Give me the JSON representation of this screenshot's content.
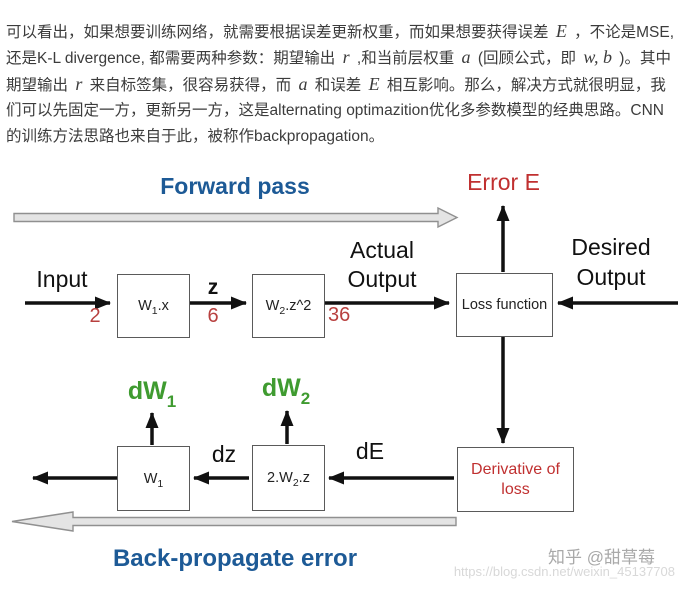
{
  "paragraph": {
    "segments": [
      {
        "text": "可以看出，如果想要训练网络，就需要根据误差更新权重，而如果想要获得误差 "
      },
      {
        "math": "E"
      },
      {
        "text": " ，不论是MSE, 还是K-L divergence, 都需要两种参数：期望输出 "
      },
      {
        "math": "r"
      },
      {
        "text": " ,和当前层权重 "
      },
      {
        "math": "a"
      },
      {
        "text": " (回顾公式，即 "
      },
      {
        "math": "w, b"
      },
      {
        "text": " )。其中期望输出 "
      },
      {
        "math": "r"
      },
      {
        "text": " 来自标签集，很容易获得，而 "
      },
      {
        "math": "a"
      },
      {
        "text": " 和误差 "
      },
      {
        "math": "E"
      },
      {
        "text": " 相互影响。那么，解决方式就很明显，我们可以先固定一方，更新另一方，这是alternating optimazition优化多参数模型的经典思路。CNN的训练方法思路也来自于此，被称作backpropagation。"
      }
    ]
  },
  "diagram": {
    "forward_label": "Forward pass",
    "back_label": "Back-propagate error",
    "error_label": "Error E",
    "input_label": "Input",
    "actual_label": "Actual Output",
    "desired_label": "Desired Output",
    "z_label": "z",
    "dz_label": "dz",
    "de_label": "dE",
    "values": {
      "input": "2",
      "z": "6",
      "output": "36"
    },
    "dw1": {
      "pre": "dW",
      "sub": "1"
    },
    "dw2": {
      "pre": "dW",
      "sub": "2"
    },
    "boxes": {
      "w1x": {
        "pre": "W",
        "sub": "1",
        "post": ".x"
      },
      "w2z2": {
        "pre": "W",
        "sub": "2",
        "post": ".z^2"
      },
      "loss": "Loss function",
      "w1": {
        "pre": "W",
        "sub": "1",
        "post": ""
      },
      "w2z": {
        "pre": "2.W",
        "sub": "2",
        "post": ".z"
      },
      "derivative": "Derivative of loss"
    },
    "colors": {
      "accent_blue": "#1d5a96",
      "accent_red": "#c03030",
      "accent_green": "#3f9b30",
      "arrow_black": "#111111",
      "arrow_gray_fill": "#e4e4e4",
      "arrow_gray_stroke": "#909090"
    }
  },
  "watermark": {
    "zhihu": "知乎 @甜草莓",
    "url": "https://blog.csdn.net/weixin_45137708"
  }
}
